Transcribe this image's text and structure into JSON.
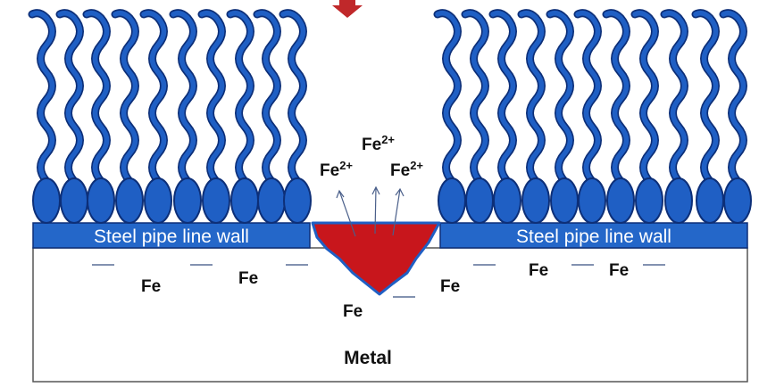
{
  "diagram": {
    "wall_left_label": "Steel pipe line wall",
    "wall_right_label": "Steel pipe line wall",
    "metal_label": "Metal",
    "fe_labels": [
      "Fe",
      "Fe",
      "Fe",
      "Fe",
      "Fe",
      "Fe"
    ],
    "ions": [
      {
        "base": "Fe",
        "charge": "2+"
      },
      {
        "base": "Fe",
        "charge": "2+"
      },
      {
        "base": "Fe",
        "charge": "2+"
      }
    ],
    "colors": {
      "inhibitor_blue": "#1f5fc4",
      "inhibitor_outline": "#0d2f78",
      "wall_blue": "#2467c9",
      "pit_red": "#c8161c",
      "arrow_red": "#c0282a"
    },
    "icons": [
      "down-arrow-icon"
    ]
  }
}
